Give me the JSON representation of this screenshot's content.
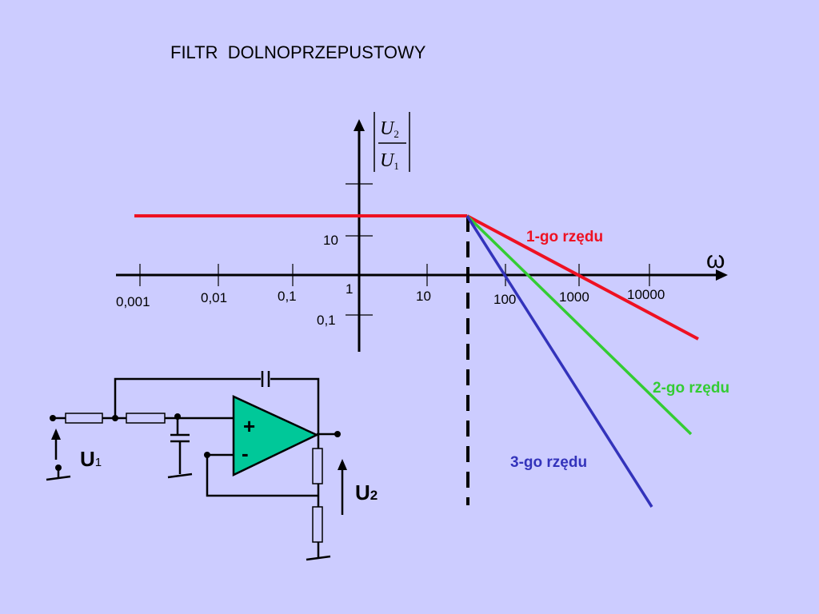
{
  "title": "FILTR  DOLNOPRZEPUSTOWY",
  "axis": {
    "x_symbol": "ω",
    "y_label": {
      "numerator": "U",
      "numerator_sub": "2",
      "denominator": "U",
      "denominator_sub": "1"
    },
    "x_ticks": [
      "0,001",
      "0,01",
      "0,1",
      "10",
      "100",
      "1000",
      "10000"
    ],
    "origin_label": "1",
    "y_ticks": [
      "10",
      "0,1"
    ]
  },
  "curves": {
    "first_order": {
      "label": "1-go rzędu",
      "color": "#ee1122"
    },
    "second_order": {
      "label": "2-go rzędu",
      "color": "#33cc33"
    },
    "third_order": {
      "label": "3-go rzędu",
      "color": "#3333bb"
    }
  },
  "circuit": {
    "input_label": "U",
    "input_sub": "1",
    "output_label": "U",
    "output_sub": "2",
    "plus": "+",
    "minus": "-",
    "opamp_color": "#00c899"
  },
  "colors": {
    "background": "#ccccff",
    "flat_line": "#ee1122"
  }
}
